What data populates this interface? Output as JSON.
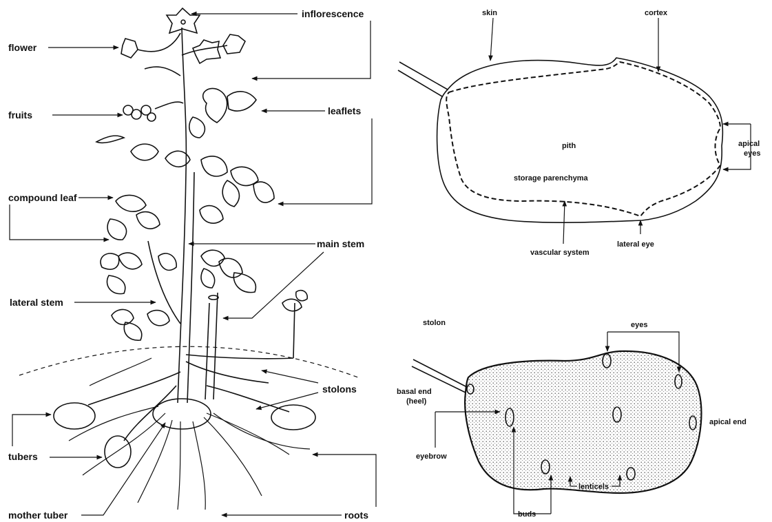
{
  "plant": {
    "labels": {
      "inflorescence": "inflorescence",
      "flower": "flower",
      "fruits": "fruits",
      "leaflets": "leaflets",
      "compound_leaf": "compound leaf",
      "main_stem": "main stem",
      "lateral_stem": "lateral stem",
      "stolons": "stolons",
      "tubers": "tubers",
      "roots": "roots",
      "mother_tuber": "mother tuber"
    }
  },
  "tuber_section": {
    "labels": {
      "skin": "skin",
      "cortex": "cortex",
      "pith": "pith",
      "apical_eyes_line1": "apical",
      "apical_eyes_line2": "eyes",
      "storage_parenchyma": "storage parenchyma",
      "vascular_system": "vascular system",
      "lateral_eye": "lateral eye"
    }
  },
  "tuber_exterior": {
    "labels": {
      "stolon": "stolon",
      "eyes": "eyes",
      "basal_end_line1": "basal end",
      "basal_end_line2": "(heel)",
      "apical_end": "apical end",
      "eyebrow": "eyebrow",
      "buds": "buds",
      "lenticels": "lenticels"
    }
  },
  "colors": {
    "ink": "#111111",
    "tuber_fill": "#6b6b6b",
    "paper": "#ffffff"
  }
}
